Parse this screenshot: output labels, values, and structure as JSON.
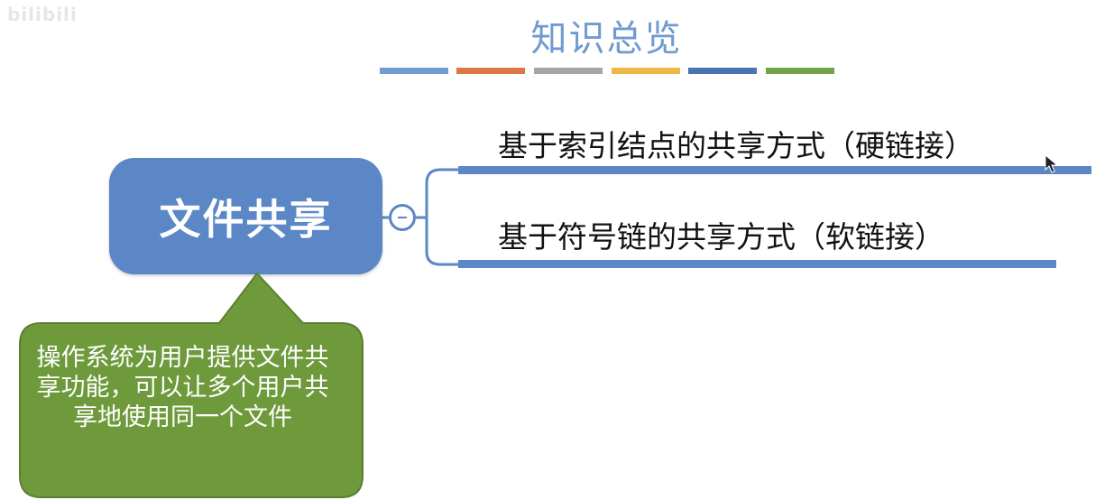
{
  "watermark": "bilibili",
  "title": "知识总览",
  "stripe_colors": [
    "#6f9bd0",
    "#dc7748",
    "#a5a5a5",
    "#f0b646",
    "#4a73b5",
    "#72a24a"
  ],
  "root": {
    "label": "文件共享",
    "color": "#5b87c6"
  },
  "branches": [
    {
      "label": "基于索引结点的共享方式（硬链接）"
    },
    {
      "label": "基于符号链的共享方式（软链接）"
    }
  ],
  "callout": {
    "text": "操作系统为用户提供文件共享功能，可以让多个用户共享地使用同一个文件",
    "color": "#6f9a3c"
  },
  "icons": {
    "toggle": "minus-circle-icon",
    "cursor": "mouse-pointer-icon"
  }
}
